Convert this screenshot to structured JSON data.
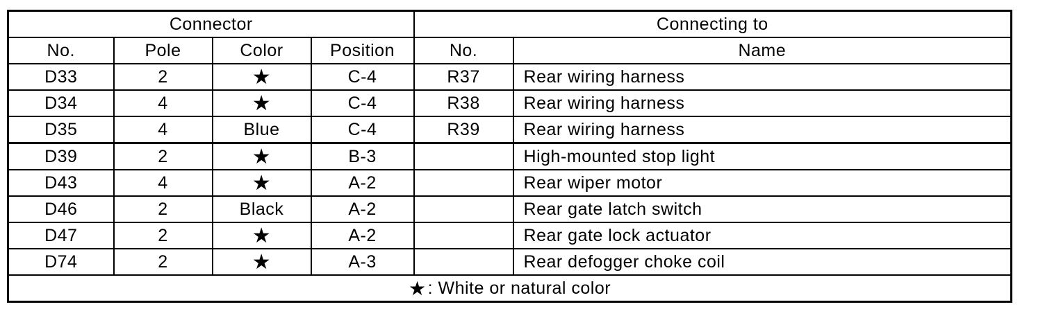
{
  "colors": {
    "border": "#000000",
    "background": "#ffffff",
    "text": "#000000"
  },
  "table": {
    "star_symbol": "★",
    "header_groups": [
      {
        "label": "Connector",
        "colspan": 4
      },
      {
        "label": "Connecting to",
        "colspan": 2
      }
    ],
    "columns": [
      {
        "label": "No."
      },
      {
        "label": "Pole"
      },
      {
        "label": "Color"
      },
      {
        "label": "Position"
      },
      {
        "label": "No."
      },
      {
        "label": "Name"
      }
    ],
    "rows": [
      {
        "no": "D33",
        "pole": "2",
        "color": "star",
        "position": "C-4",
        "to_no": "R37",
        "to_name": "Rear wiring harness",
        "group_end": false
      },
      {
        "no": "D34",
        "pole": "4",
        "color": "star",
        "position": "C-4",
        "to_no": "R38",
        "to_name": "Rear wiring harness",
        "group_end": false
      },
      {
        "no": "D35",
        "pole": "4",
        "color": "Blue",
        "position": "C-4",
        "to_no": "R39",
        "to_name": "Rear wiring harness",
        "group_end": true
      },
      {
        "no": "D39",
        "pole": "2",
        "color": "star",
        "position": "B-3",
        "to_no": "",
        "to_name": "High-mounted stop light",
        "group_end": false
      },
      {
        "no": "D43",
        "pole": "4",
        "color": "star",
        "position": "A-2",
        "to_no": "",
        "to_name": "Rear wiper motor",
        "group_end": false
      },
      {
        "no": "D46",
        "pole": "2",
        "color": "Black",
        "position": "A-2",
        "to_no": "",
        "to_name": "Rear gate latch switch",
        "group_end": false
      },
      {
        "no": "D47",
        "pole": "2",
        "color": "star",
        "position": "A-2",
        "to_no": "",
        "to_name": "Rear gate lock actuator",
        "group_end": false
      },
      {
        "no": "D74",
        "pole": "2",
        "color": "star",
        "position": "A-3",
        "to_no": "",
        "to_name": "Rear defogger choke coil",
        "group_end": false
      }
    ],
    "footnote": {
      "star": "★",
      "text": ": White or natural color"
    }
  }
}
